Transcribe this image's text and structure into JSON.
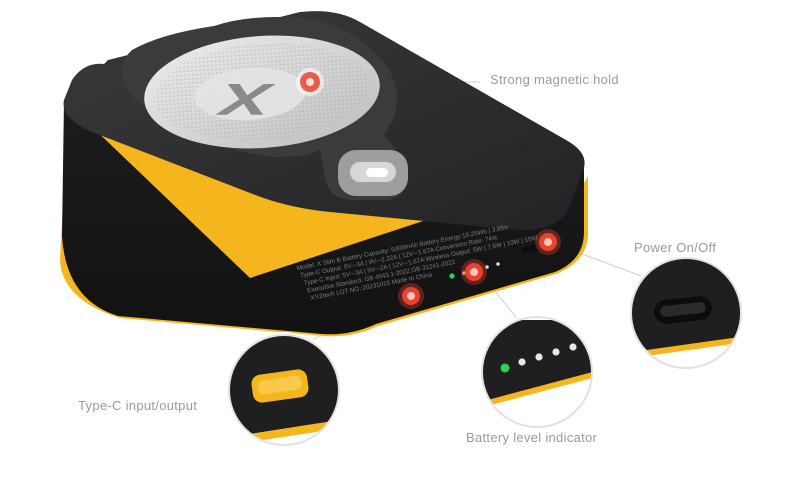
{
  "callouts": {
    "magnetic_hold": "Strong magnetic hold",
    "power": "Power On/Off",
    "typec": "Type-C input/output",
    "battery": "Battery level indicator"
  },
  "device": {
    "logo": "X",
    "label_lines": [
      "Model: X Slim B  Battery Capacity: 5000mAh  Battery Energy:19.25Wh | 3.85V",
      "Type-C Output: 5V⎓3A | 9V⎓2.22A | 12V⎓1.67A  Conversion Rate: 74%",
      "Type-C Input: 5V⎓3A | 9V⎓2A | 12V⎓1.67A  Wireless Output: 5W | 7.5W | 10W | 15W",
      "Executive Standard: GB 4943.1-2022,GB 31241-2022",
      "XYZtech    LOT NO.:20231015                    Made In China"
    ]
  },
  "colors": {
    "accent": "#f5b51c",
    "marker": "#e8432e",
    "callout_text": "#9a9a9a",
    "indicator_green": "#2bd34a",
    "device_body": "#2a2a2c"
  }
}
